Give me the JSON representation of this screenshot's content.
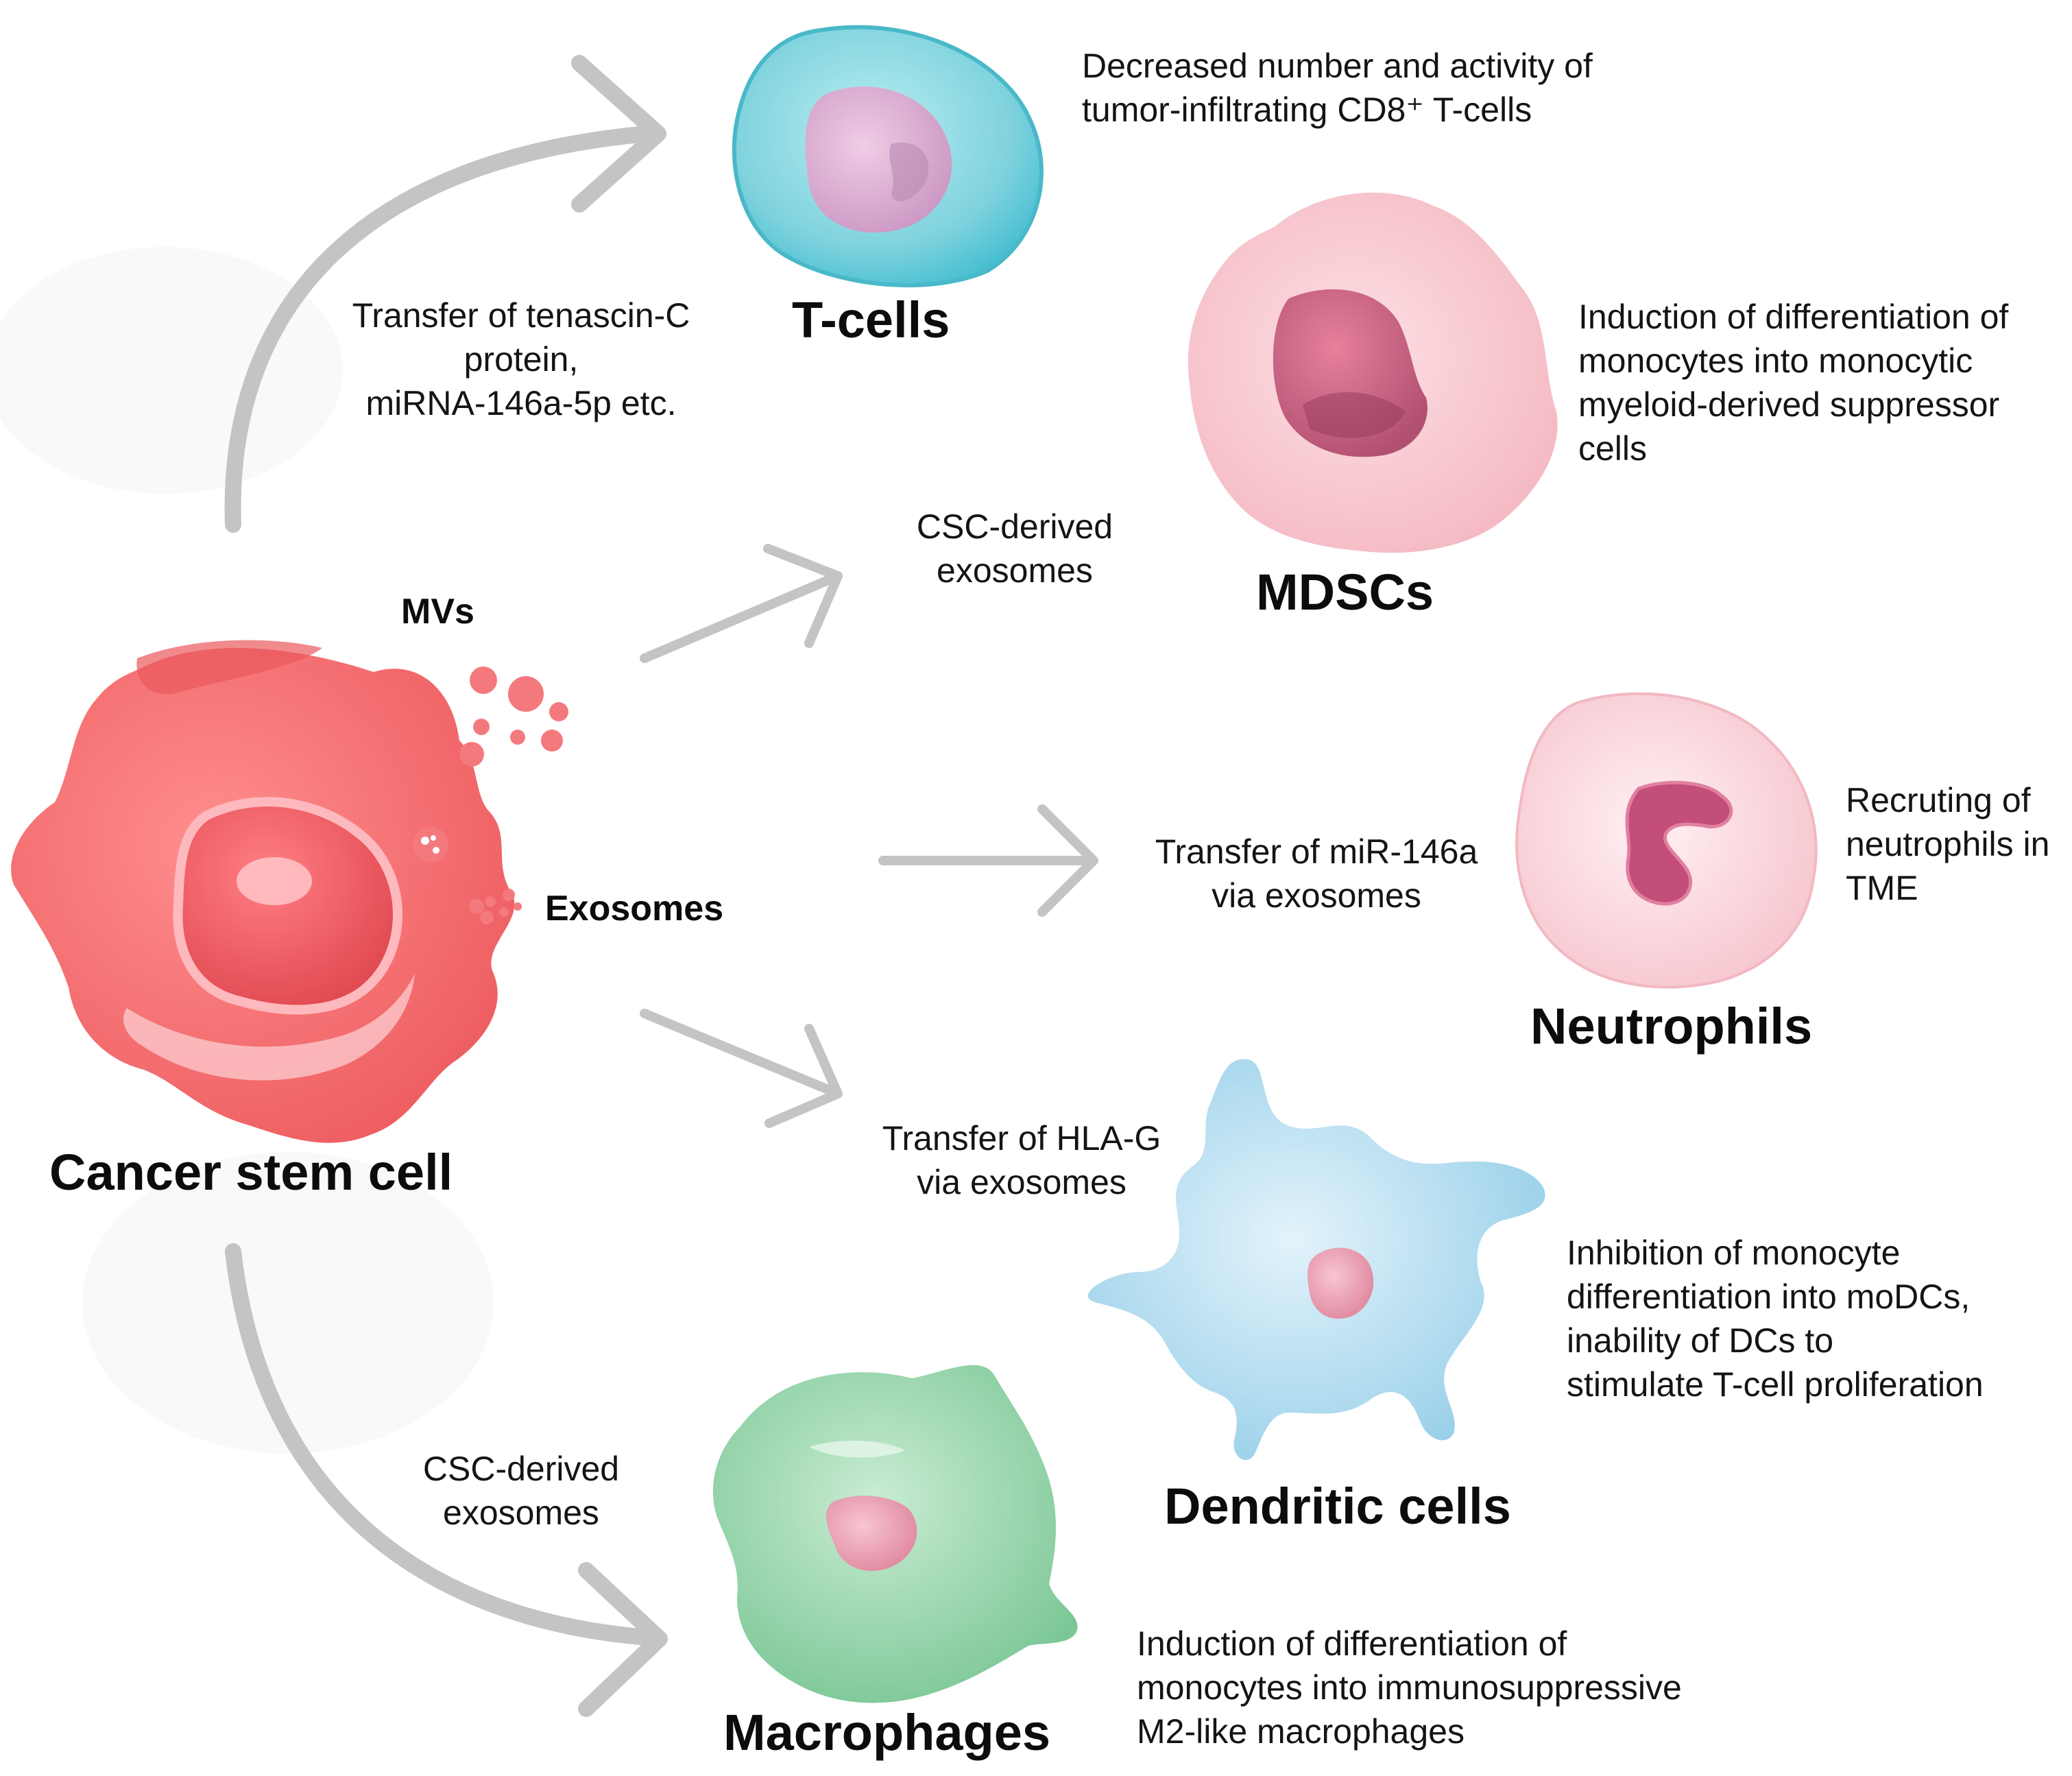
{
  "cells": {
    "csc": "Cancer stem cell",
    "tcells": "T-cells",
    "mdscs": "MDSCs",
    "neutrophils": "Neutrophils",
    "dendritic": "Dendritic cells",
    "macrophages": "Macrophages"
  },
  "vesicles": {
    "mvs": "MVs",
    "exosomes": "Exosomes"
  },
  "arrow_labels": {
    "tcells": [
      "Transfer of tenascin-C",
      "protein,",
      "miRNA-146a-5p etc."
    ],
    "mdscs": [
      "CSC-derived",
      "exosomes"
    ],
    "neutrophils": [
      "Transfer of miR-146a",
      "via exosomes"
    ],
    "dendritic": [
      "Transfer of HLA-G",
      "via exosomes"
    ],
    "macrophages": [
      "CSC-derived",
      "exosomes"
    ]
  },
  "effects": {
    "tcells": [
      "Decreased number and activity of",
      "tumor-infiltrating CD8⁺ T-cells"
    ],
    "mdscs": [
      "Induction of differentiation of",
      "monocytes into monocytic",
      "myeloid-derived suppressor",
      "cells"
    ],
    "neutrophils": [
      "Recruting of",
      "neutrophils in",
      "TME"
    ],
    "dendritic": [
      "Inhibition of monocyte",
      "differentiation into moDCs,",
      "inability of DCs to",
      "stimulate T-cell proliferation"
    ],
    "macrophages": [
      "Induction of differentiation of",
      "monocytes into immunosuppressive",
      "M2-like macrophages"
    ]
  },
  "colors": {
    "arrow": "#c4c4c4",
    "csc": "#f26d6d",
    "tcell": "#6cc9d6",
    "mdsc": "#f7c3cb",
    "neutrophil": "#f9d3da",
    "dendritic": "#a9d8ee",
    "macrophage": "#8fd1a6"
  }
}
